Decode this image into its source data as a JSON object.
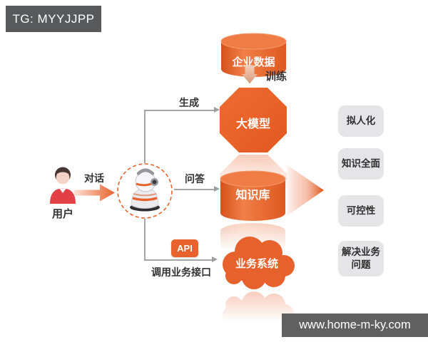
{
  "badge": {
    "text": "TG: MYYJJPP"
  },
  "watermark": {
    "text": "www.home-m-ky.com"
  },
  "colors": {
    "orange": "#e8622d",
    "orange_dark": "#d9541d",
    "orange_light": "#f08048",
    "badge_gray": "#58595b",
    "benefit_gray": "#e5e5e7",
    "line_gray": "#a6a6a6",
    "text_dark": "#333333"
  },
  "diagram": {
    "user": {
      "label": "用户",
      "icon": "person-icon"
    },
    "robot": {
      "icon": "robot-icon"
    },
    "edges": {
      "dialog": "对话",
      "generate": "生成",
      "train": "训练",
      "qa": "问答",
      "api_call": "调用业务接口"
    },
    "api_button": "API",
    "nodes": {
      "enterprise_data": "企业数据",
      "large_model": "大模型",
      "knowledge_base": "知识库",
      "business_system": "业务系统"
    },
    "benefits": [
      {
        "label": "拟人化"
      },
      {
        "label": "知识全面"
      },
      {
        "label": "可控性"
      },
      {
        "label": "解决业务问题"
      }
    ]
  }
}
